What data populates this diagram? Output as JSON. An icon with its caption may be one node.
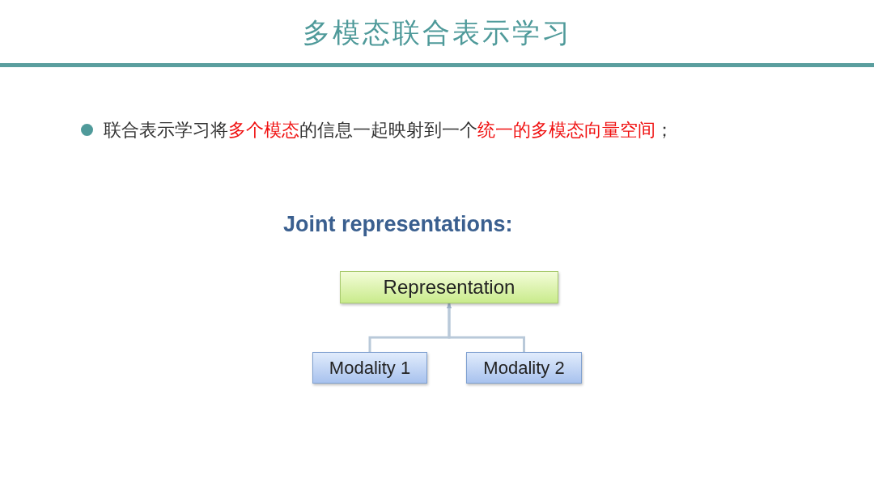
{
  "diagram": {
    "title": "多模态联合表示学习",
    "nodes": [
      {
        "text": [
          "Representation"
        ]
      },
      {
        "text": [
          "Modality 1"
        ]
      },
      {
        "text": [
          "Modality 2"
        ]
      }
    ],
    "edges": [
      {
        "from": 1,
        "to": 0,
        "arrow": "to"
      },
      {
        "from": 2,
        "to": 0,
        "arrow": "to"
      }
    ],
    "labels": [
      "联合表示学习将**多个模态**的信息一起映射到一个**统一的多模态向量空间**；",
      "Joint representations:"
    ]
  }
}
